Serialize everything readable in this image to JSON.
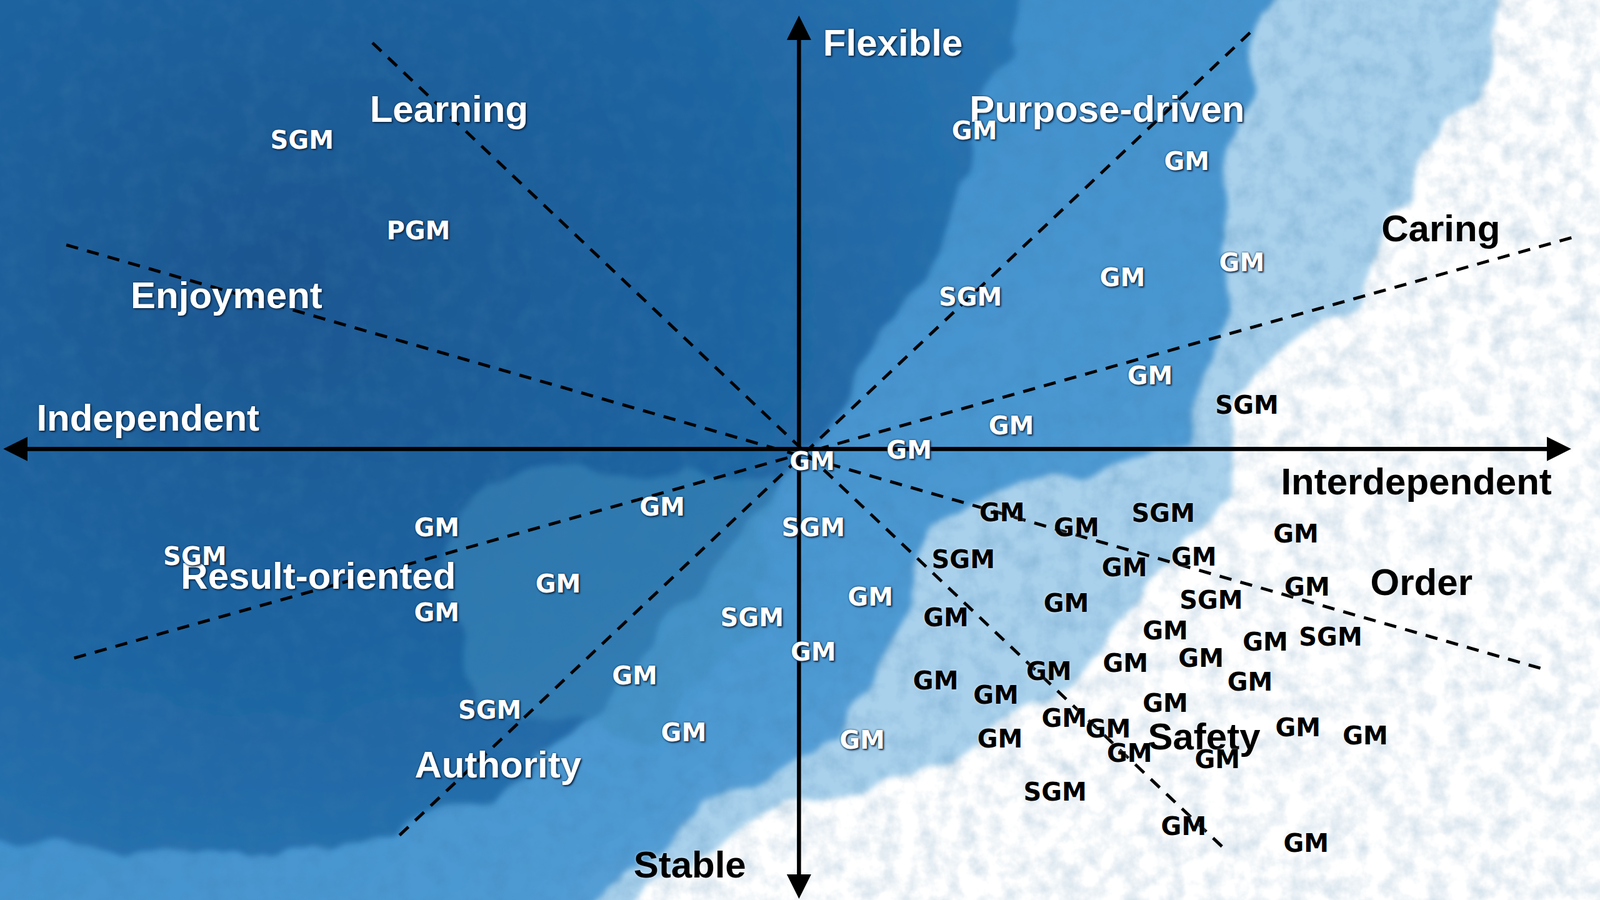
{
  "diagram": {
    "labels": [
      "Flexible",
      "Learning",
      "Purpose-driven",
      "Caring",
      "Enjoyment",
      "Independent",
      "Interdependent",
      "Result-oriented",
      "Order",
      "Safety",
      "Authority",
      "Stable",
      "SGM",
      "PGM",
      "GM",
      "GM",
      "SGM",
      "GM",
      "GM",
      "GM",
      "SGM",
      "GM",
      "GM",
      "GM",
      "GM",
      "GM",
      "SGM",
      "GM",
      "GM",
      "SGM",
      "SGM",
      "GM",
      "GM",
      "GM",
      "SGM",
      "GM",
      "GM",
      "GM",
      "GM",
      "SGM",
      "GM",
      "SGM",
      "GM",
      "GM",
      "GM",
      "GM",
      "SGM",
      "GM",
      "GM",
      "GM",
      "SGM",
      "GM",
      "GM",
      "GM",
      "GM",
      "GM",
      "GM",
      "GM",
      "GM",
      "GM",
      "GM",
      "GM",
      "GM",
      "GM",
      "GM",
      "SGM",
      "GM",
      "GM"
    ]
  }
}
